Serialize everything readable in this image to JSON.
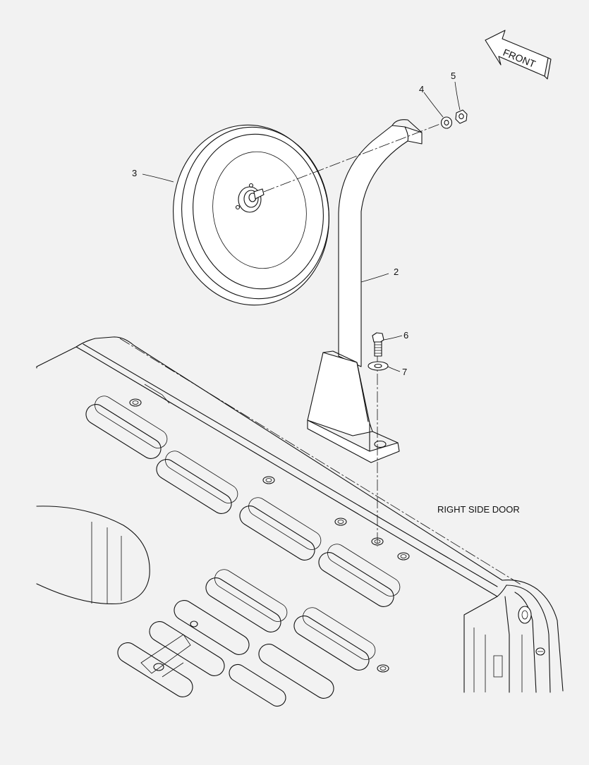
{
  "diagram": {
    "front_label": "FRONT",
    "door_label": "RIGHT SIDE DOOR",
    "callouts": [
      "2",
      "3",
      "4",
      "5",
      "6",
      "7"
    ]
  }
}
